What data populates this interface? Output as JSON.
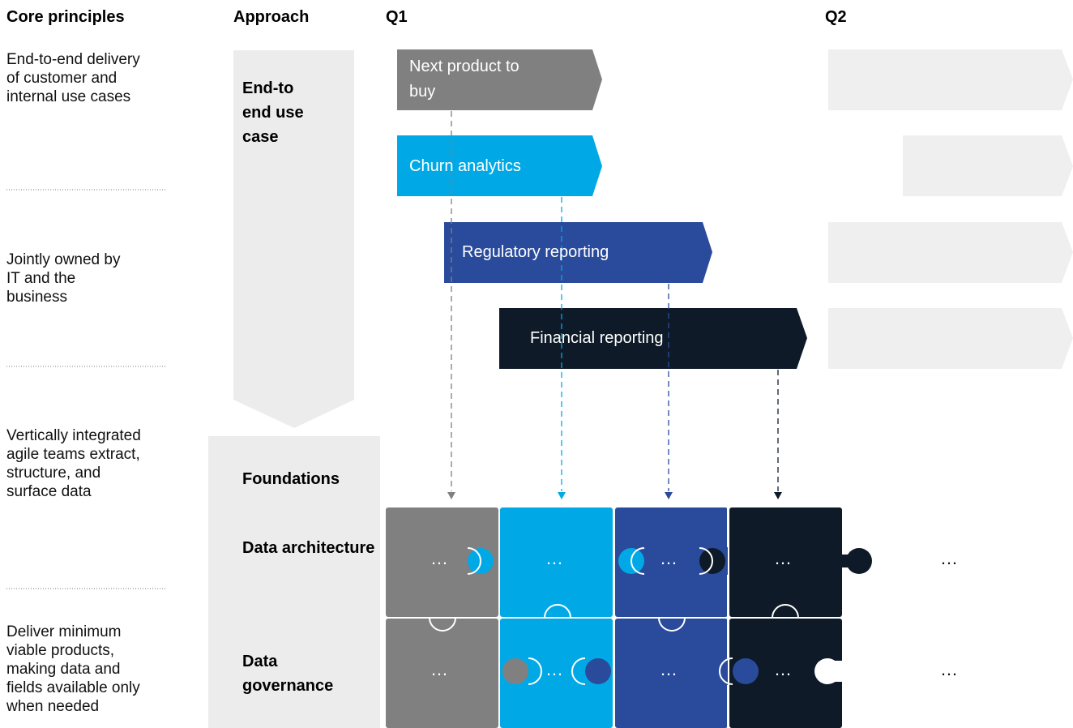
{
  "headers": {
    "core_principles": "Core principles",
    "approach": "Approach",
    "q1": "Q1",
    "q2": "Q2"
  },
  "principles": [
    "End-to-end delivery of customer and internal use cases",
    "Jointly owned by IT and the business",
    "Vertically integrated agile teams extract, structure, and surface data",
    "Deliver minimum viable products, making data and fields available only when needed"
  ],
  "approach": {
    "use_case": "End-to end use case",
    "foundations": "Foundations",
    "data_architecture": "Data architecture",
    "data_governance": "Data governance"
  },
  "use_cases": [
    {
      "label": "Next product to buy",
      "color": "#808080"
    },
    {
      "label": "Churn analytics",
      "color": "#00a9e6"
    },
    {
      "label": "Regulatory reporting",
      "color": "#2a4b9b"
    },
    {
      "label": "Financial reporting",
      "color": "#0e1a28"
    }
  ],
  "puzzle_placeholder": "…",
  "colors": {
    "gray": "#808080",
    "cyan": "#00a9e6",
    "blue": "#2a4b9b",
    "navy": "#0e1a28",
    "panel": "#ececec",
    "q2_placeholder": "#efefef"
  }
}
